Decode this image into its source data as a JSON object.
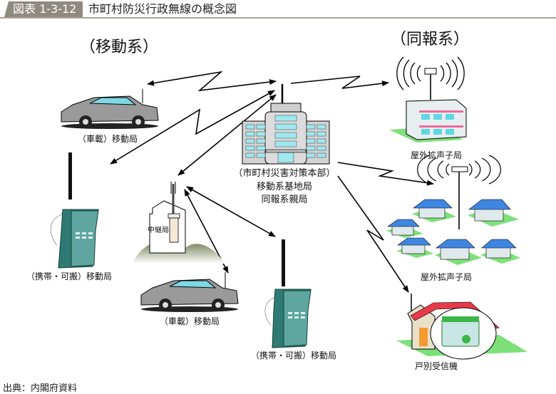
{
  "header": {
    "figure_number": "図表 1-3-12",
    "title": "市町村防災行政無線の概念図"
  },
  "sections": {
    "mobile_system": "（移動系）",
    "broadcast_system": "（同報系）"
  },
  "nodes": {
    "hq": {
      "line1": "（市町村災害対策本部）",
      "line2": "移動系基地局",
      "line3": "同報系親局"
    },
    "vehicle_station_1": "（車載）移動局",
    "vehicle_station_2": "（車載）移動局",
    "portable_station_1": "（携帯・可搬）移動局",
    "portable_station_2": "（携帯・可搬）移動局",
    "relay_station": "中継局",
    "outdoor_speaker_1": "屋外拡声子局",
    "outdoor_speaker_2": "屋外拡声子局",
    "household_receiver": "戸別受信機"
  },
  "links": [
    {
      "from": "hq",
      "to": "vehicle_station_1",
      "type": "two-way"
    },
    {
      "from": "hq",
      "to": "portable_station_1",
      "type": "two-way"
    },
    {
      "from": "hq",
      "to": "relay_station",
      "type": "two-way"
    },
    {
      "from": "relay_station",
      "to": "vehicle_station_2",
      "type": "two-way"
    },
    {
      "from": "relay_station",
      "to": "portable_station_2",
      "type": "two-way"
    },
    {
      "from": "hq",
      "to": "outdoor_speaker_1",
      "type": "one-way"
    },
    {
      "from": "hq",
      "to": "outdoor_speaker_2",
      "type": "one-way"
    },
    {
      "from": "hq",
      "to": "household_receiver",
      "type": "one-way"
    }
  ],
  "colors": {
    "header_tag": "#8f8a80",
    "header_rule": "#a9a49a",
    "building_window": "#9fe8f0",
    "house_roof": "#3f86e0",
    "grass": "#7ee07a",
    "radio_body": "#3f8f8a",
    "household_roof": "#e83a48",
    "receiver_green": "#3cb54a"
  },
  "footer": {
    "source": "出典：内閣府資料"
  }
}
